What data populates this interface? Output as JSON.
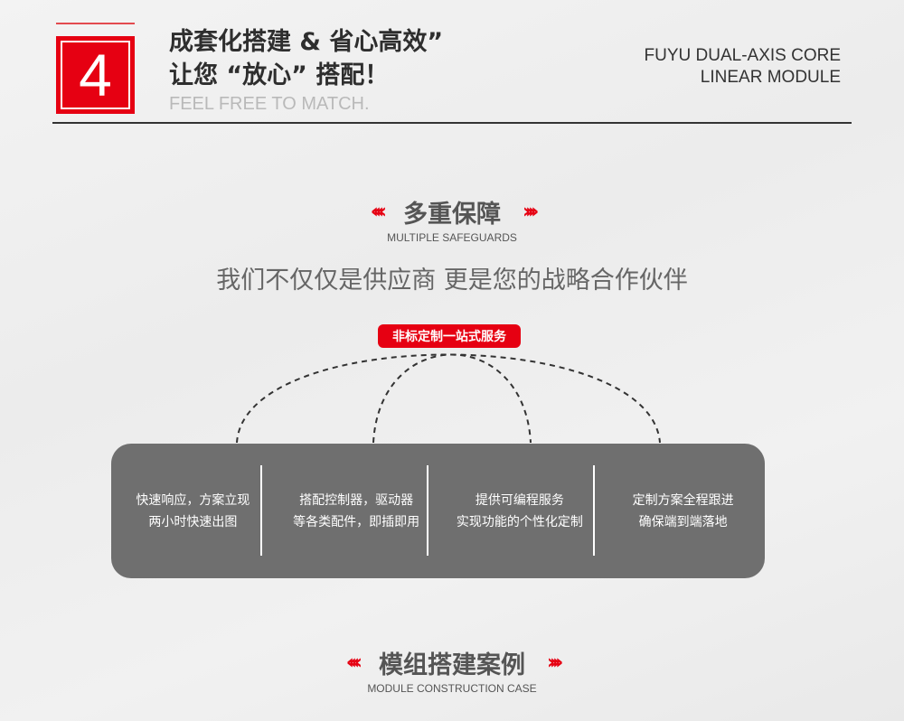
{
  "header": {
    "number": "4",
    "title_line1": "成套化搭建 & 省心高效”",
    "title_line2": "让您 “放心” 搭配！",
    "subtitle": "FEEL FREE TO MATCH.",
    "right_line1": "FUYU DUAL-AXIS CORE",
    "right_line2": "LINEAR MODULE"
  },
  "section1": {
    "heading": "多重保障",
    "english": "MULTIPLE SAFEGUARDS",
    "left_arrows": "‹‹‹‹",
    "right_arrows": "››››"
  },
  "lead": "我们不仅仅是供应商 更是您的战略合作伙伴",
  "badge": "非标定制一站式服务",
  "features": [
    {
      "line1": "快速响应，方案立现",
      "line2": "两小时快速出图"
    },
    {
      "line1": "搭配控制器，驱动器",
      "line2": "等各类配件，即插即用"
    },
    {
      "line1": "提供可编程服务",
      "line2": "实现功能的个性化定制"
    },
    {
      "line1": "定制方案全程跟进",
      "line2": "确保端到端落地"
    }
  ],
  "section2": {
    "heading": "模组搭建案例",
    "english": "MODULE CONSTRUCTION CASE",
    "left_arrows": "‹‹‹‹",
    "right_arrows": "››››"
  },
  "colors": {
    "accent": "#e60012",
    "card": "#6f6f6f"
  }
}
